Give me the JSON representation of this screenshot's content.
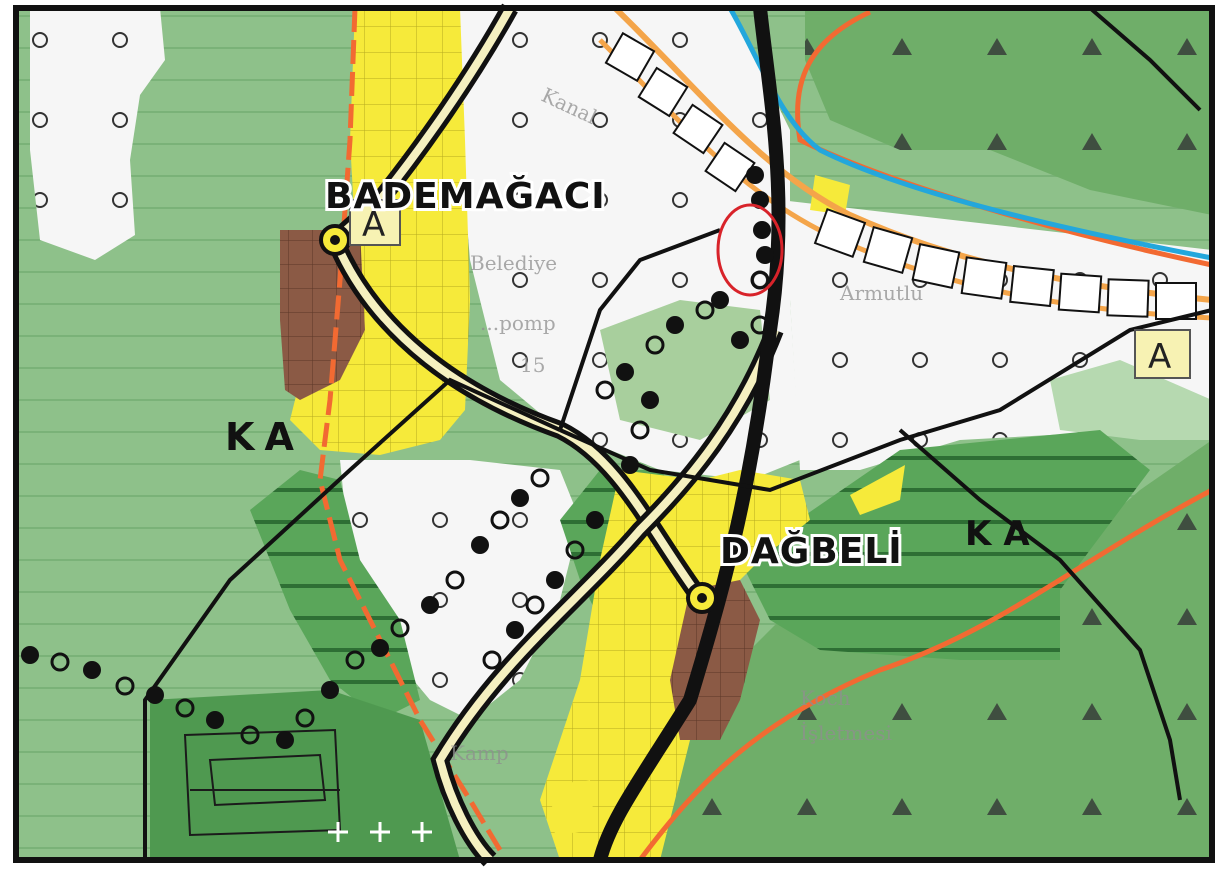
{
  "map": {
    "places": {
      "bademagaci": "BADEMAĞACI",
      "dagbeli": "DAĞBELİ"
    },
    "zone_codes": {
      "ka_west": "KA",
      "ka_east": "KA"
    },
    "badges": {
      "a_north": "A",
      "a_east": "A"
    },
    "faint_labels": {
      "belediye": "Belediye",
      "pompa": "...pomp",
      "number": "15",
      "kanal": "Kanal",
      "armutlu": "Armutlu",
      "koch": "Koch",
      "isletmesi": "İşletmesi",
      "kamp": "Kamp"
    },
    "colors": {
      "forest_green": "#8ec18a",
      "forest_dark": "#3f8a45",
      "forest_hatch": "#4c9d4f",
      "settlement_yellow": "#f6ea3a",
      "settlement_brown": "#8b5a45",
      "agri_white": "#f6f6f6",
      "river_blue": "#23a7dc",
      "boundary_orange": "#f26a32",
      "corridor_orange": "#f4a54a",
      "road_black": "#111111",
      "highlight_red": "#d8232a"
    },
    "icons": [
      "triangle-icon",
      "circle-open-icon",
      "circle-filled-icon",
      "cross-icon",
      "settlement-center-icon"
    ]
  }
}
